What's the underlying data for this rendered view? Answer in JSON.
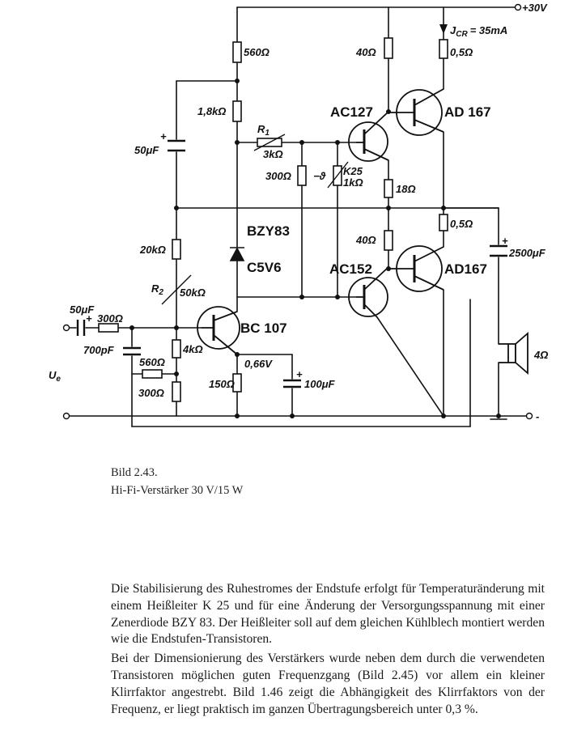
{
  "diagram": {
    "supply": "+30V",
    "minus": "-",
    "icr": "J",
    "icr_sub": "CR",
    "icr_val": "= 35mA",
    "r_560_top": "560Ω",
    "r_40_top": "40Ω",
    "r_05_top": "0,5Ω",
    "r_18k": "1,8kΩ",
    "c_50u": "50μF",
    "r1_name": "R",
    "r1_sub": "1",
    "r1_val": "3kΩ",
    "r_300_mid": "300Ω",
    "k25_name": "K25",
    "k25_val": "1kΩ",
    "theta": "−ϑ",
    "r_18": "18Ω",
    "ac127": "AC127",
    "ad167_top": "AD 167",
    "r_05_low": "0,5Ω",
    "r_40_low": "40Ω",
    "ac152": "AC152",
    "ad167_low": "AD167",
    "c_2500": "2500μF",
    "bzy": "BZY83",
    "c5v6": "C5V6",
    "r_20k": "20kΩ",
    "r2_name": "R",
    "r2_sub": "2",
    "r2_val": "50kΩ",
    "c_in": "50μF",
    "r_in": "300Ω",
    "c_700": "700pF",
    "bc107": "BC 107",
    "r_4k": "4kΩ",
    "r_560_low": "560Ω",
    "r_300_low": "300Ω",
    "v_066": "0,66V",
    "r_150": "150Ω",
    "c_100": "100μF",
    "spk": "4Ω",
    "ue": "U",
    "ue_sub": "e",
    "plus": "+"
  },
  "caption": {
    "number": "Bild 2.43.",
    "title": "Hi-Fi-Verstärker 30 V/15 W"
  },
  "paragraphs": [
    "Die Stabilisierung des Ruhestromes der Endstufe erfolgt für Temperaturänderung mit einem Heißleiter K 25 und für eine Änderung der Versorgungsspannung mit einer Zenerdiode BZY 83. Der Heißleiter soll auf dem gleichen Kühlblech montiert werden wie die Endstufen-Transistoren.",
    "Bei der Dimensionierung des Verstärkers wurde neben dem durch die verwendeten Transistoren möglichen guten Frequenzgang (Bild 2.45) vor allem ein kleiner Klirrfaktor angestrebt. Bild 1.46 zeigt die Abhängigkeit des Klirrfaktors von der Frequenz, er liegt praktisch im ganzen Übertragungsbereich unter 0,3 %."
  ]
}
